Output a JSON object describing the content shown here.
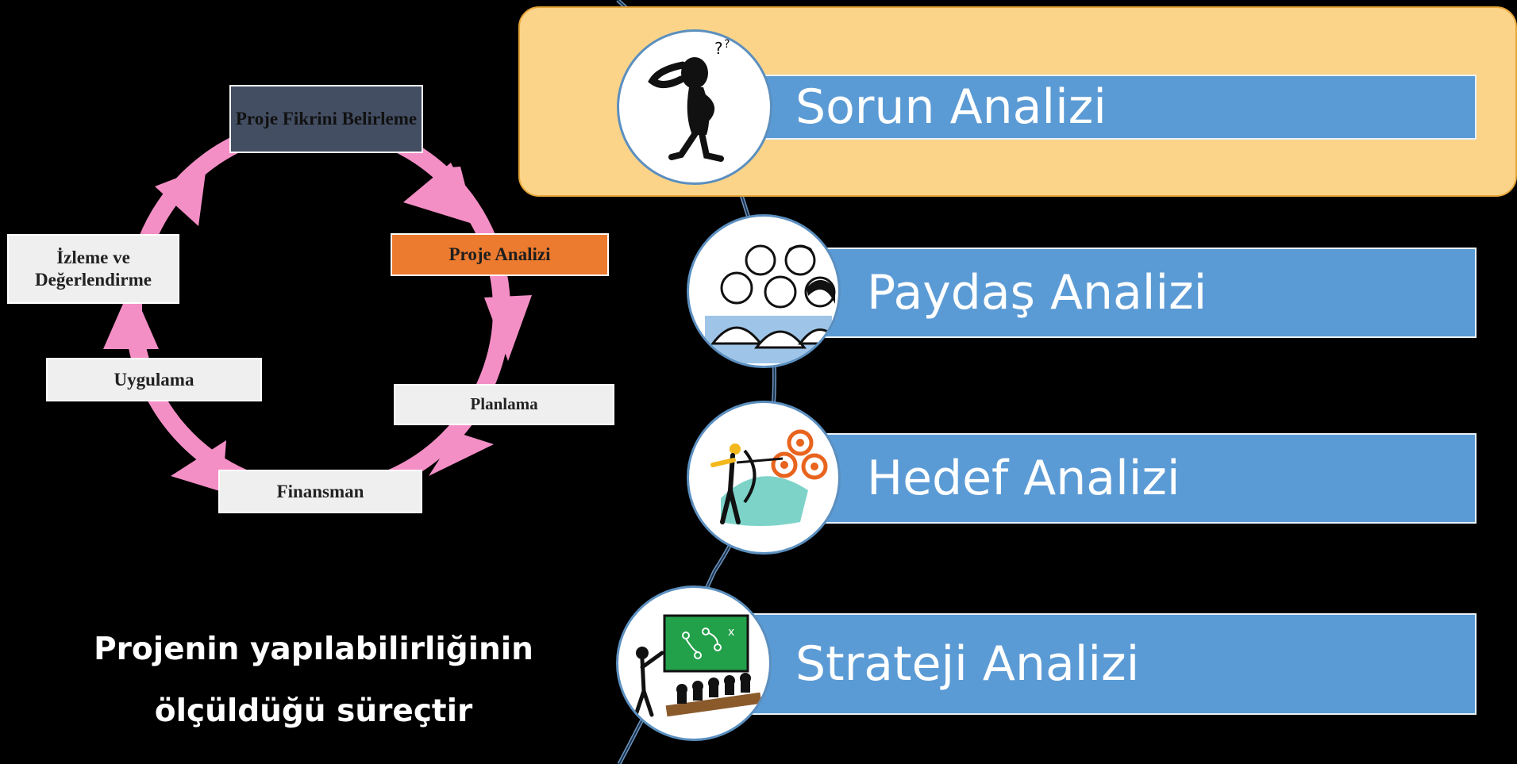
{
  "cycle": {
    "items": {
      "idea": "Proje Fikrini Belirleme",
      "analysis": "Proje Analizi",
      "planning": "Planlama",
      "finance": "Finansman",
      "implementation": "Uygulama",
      "monitoring": "İzleme ve Değerlendirme"
    },
    "arrow_color": "#f48fc6"
  },
  "caption": {
    "line1": "Projenin yapılabilirliğinin",
    "line2": "ölçüldüğü süreçtir"
  },
  "steps": [
    {
      "label": "Sorun Analizi",
      "icon": "thinking-person-icon",
      "highlighted": true
    },
    {
      "label": "Paydaş Analizi",
      "icon": "group-of-people-icon",
      "highlighted": false
    },
    {
      "label": "Hedef Analizi",
      "icon": "archer-target-icon",
      "highlighted": false
    },
    {
      "label": "Strateji Analizi",
      "icon": "strategy-board-icon",
      "highlighted": false
    }
  ],
  "colors": {
    "bar": "#5b9bd5",
    "highlight": "#fbd48a",
    "analysis_box": "#ec7a2f",
    "idea_box": "#434e63"
  }
}
